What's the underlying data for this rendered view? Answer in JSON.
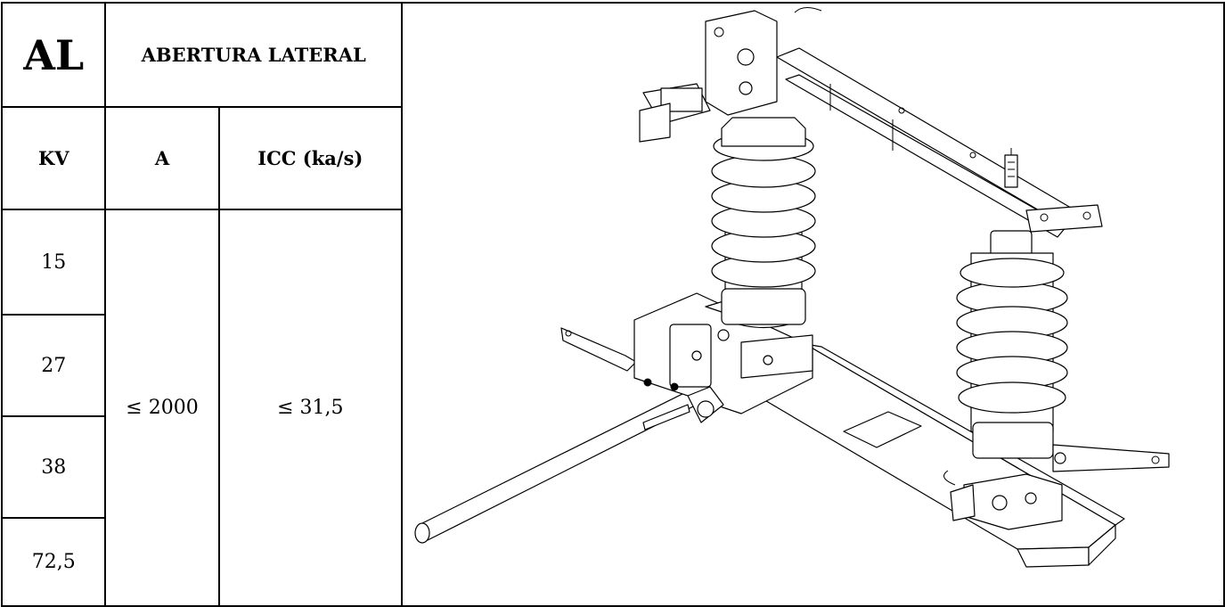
{
  "code": "AL",
  "title": "ABERTURA LATERAL",
  "headers": {
    "kv": "KV",
    "a": "A",
    "icc": "ICC (ka/s)"
  },
  "kv_values": [
    "15",
    "27",
    "38",
    "72,5"
  ],
  "current": "≤ 2000",
  "icc_value": "≤ 31,5"
}
